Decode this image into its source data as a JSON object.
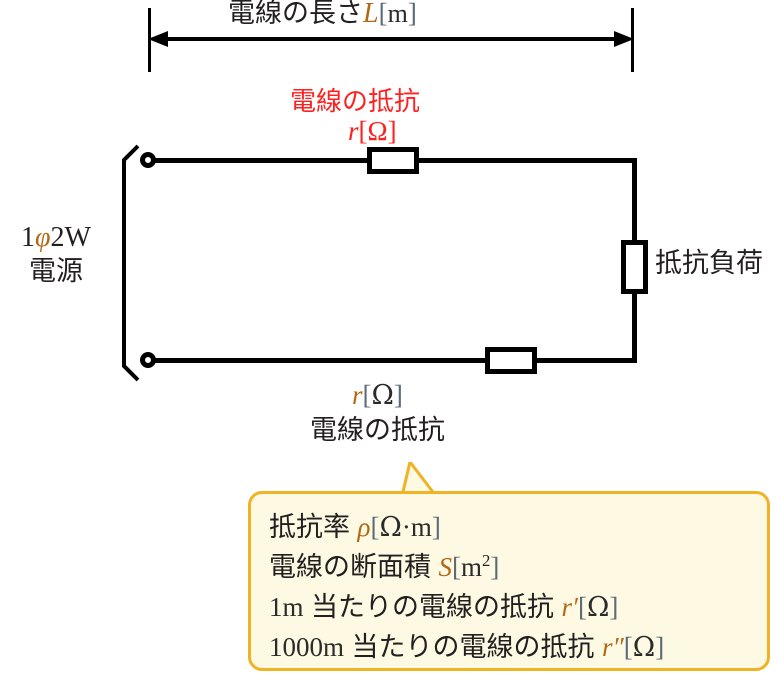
{
  "diagram": {
    "title_dimension": {
      "text_jp": "電線の長さ",
      "symbol": "L",
      "unit_open": "[",
      "unit": "m",
      "unit_close": "]"
    },
    "top_resistor": {
      "label_jp": "電線の抵抗",
      "symbol": "r",
      "unit_open": "[",
      "unit": "Ω",
      "unit_close": "]",
      "color": "#ff2020"
    },
    "bottom_resistor": {
      "symbol": "r",
      "unit_open": "[",
      "unit": "Ω",
      "unit_close": "]",
      "label_jp": "電線の抵抗"
    },
    "source": {
      "line1_num1": "1",
      "line1_phi": "φ",
      "line1_num2": "2",
      "line1_w": "W",
      "line2": "電源"
    },
    "load": {
      "label_jp": "抵抗負荷"
    },
    "callout": {
      "lines": [
        {
          "jp_prefix": "抵抗率 ",
          "symbol": "ρ",
          "unit_open": "[",
          "unit": "Ω",
          "unit_mid": "·",
          "unit2": "m",
          "unit_close": "]"
        },
        {
          "jp_prefix": "電線の断面積 ",
          "symbol": "S",
          "unit_open": "[",
          "unit": "m",
          "sup": "2",
          "unit_close": "]"
        },
        {
          "num": "1",
          "num_unit": "m",
          "jp_mid": " 当たりの電線の抵抗 ",
          "symbol": "r′",
          "unit_open": "[",
          "unit": "Ω",
          "unit_close": "]"
        },
        {
          "num": "1000",
          "num_unit": "m",
          "jp_mid": " 当たりの電線の抵抗 ",
          "symbol": "r″",
          "unit_open": "[",
          "unit": "Ω",
          "unit_close": "]"
        }
      ],
      "fill_color": "#fdf9e3",
      "border_color": "#f0b323"
    }
  }
}
